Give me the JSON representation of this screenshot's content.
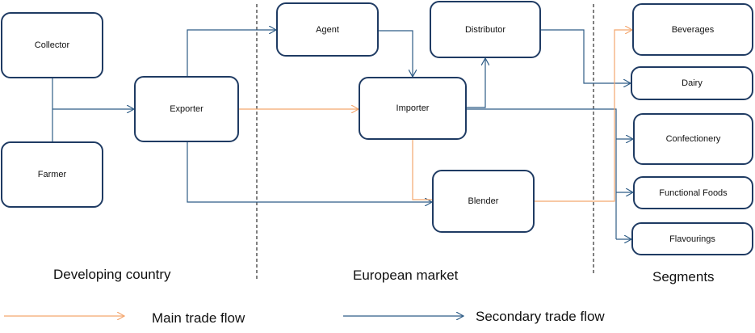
{
  "nodes": {
    "collector": "Collector",
    "farmer": "Farmer",
    "exporter": "Exporter",
    "agent": "Agent",
    "importer": "Importer",
    "distributor": "Distributor",
    "blender": "Blender",
    "beverages": "Beverages",
    "dairy": "Dairy",
    "confectionery": "Confectionery",
    "functional_foods": "Functional Foods",
    "flavourings": "Flavourings"
  },
  "regions": {
    "developing": "Developing country",
    "european": "European market",
    "segments": "Segments"
  },
  "legend": {
    "main": "Main trade flow",
    "secondary": "Secondary trade flow"
  },
  "colors": {
    "main_flow": "#f4a66e",
    "secondary_flow": "#2e5c86",
    "box_border": "#1f3b63",
    "divider": "#000000"
  }
}
